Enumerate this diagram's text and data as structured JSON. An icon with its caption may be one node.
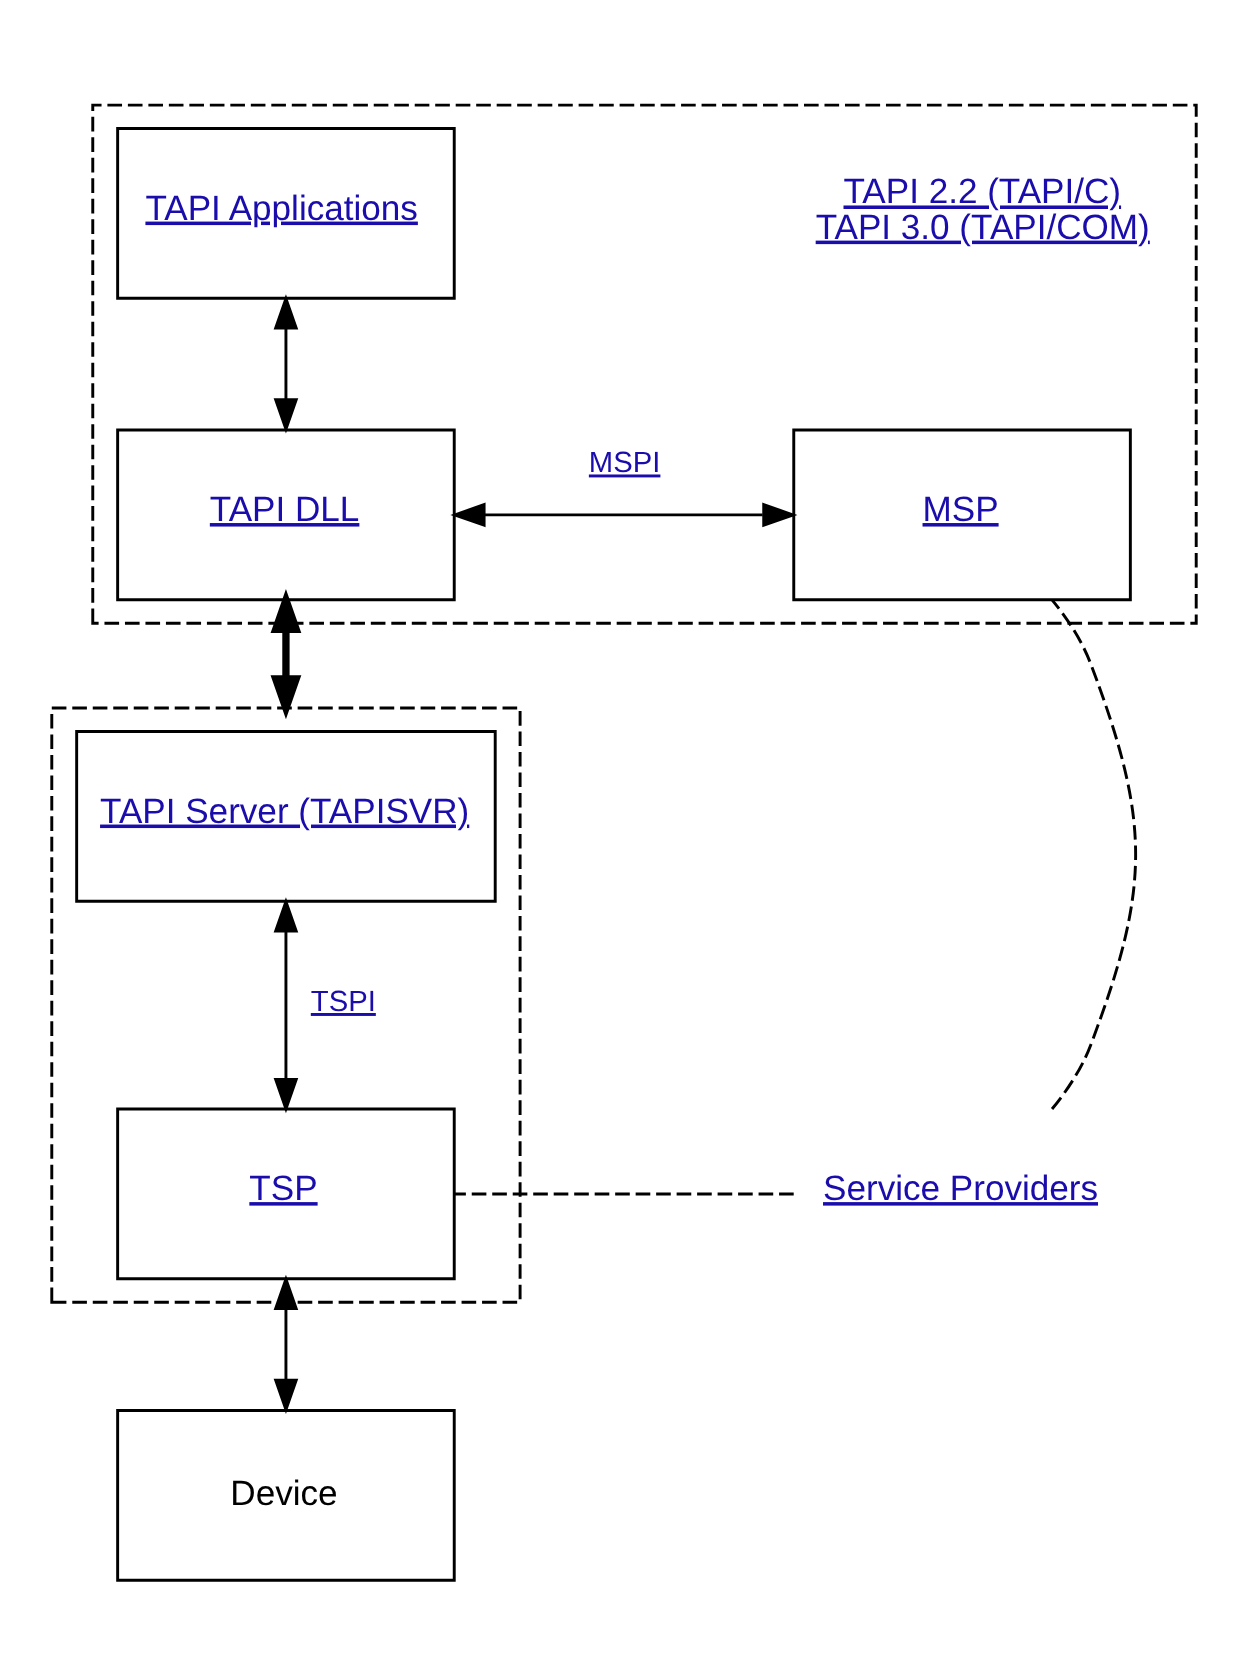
{
  "diagram": {
    "nodes": [
      {
        "text": [],
        "shape": "box"
      },
      {
        "text": [
          "TAPI Applications"
        ],
        "in": 0,
        "beside": [
          "TAPI 2.2 (TAPI/C)",
          "TAPI 3.0 (TAPI/COM)"
        ]
      },
      {
        "text": [
          "TAPI DLL"
        ],
        "in": 0
      },
      {
        "text": [
          "MSP"
        ],
        "in": 0
      },
      {
        "text": [],
        "shape": "box"
      },
      {
        "text": [
          "TAPI Server (TAPISVR)"
        ],
        "in": 4
      },
      {
        "text": [
          "TSP"
        ],
        "in": 4
      },
      {
        "text": [
          "Device"
        ]
      },
      {
        "text": [
          "Service Providers"
        ]
      }
    ],
    "edges": [
      {
        "from": 1,
        "to": 2,
        "arrow": "both"
      },
      {
        "from": 2,
        "to": 3,
        "arrow": "both",
        "label": "MSPI"
      },
      {
        "from": 2,
        "to": 4,
        "arrow": "both",
        "style": "thick"
      },
      {
        "from": 5,
        "to": 6,
        "arrow": "both",
        "label": "TSPI"
      },
      {
        "from": 6,
        "to": 7,
        "arrow": "both"
      },
      {
        "from": 8,
        "to": 3,
        "arrow": "none",
        "style": "dashed"
      },
      {
        "from": 8,
        "to": 6,
        "arrow": "none",
        "style": "dashed"
      }
    ]
  }
}
